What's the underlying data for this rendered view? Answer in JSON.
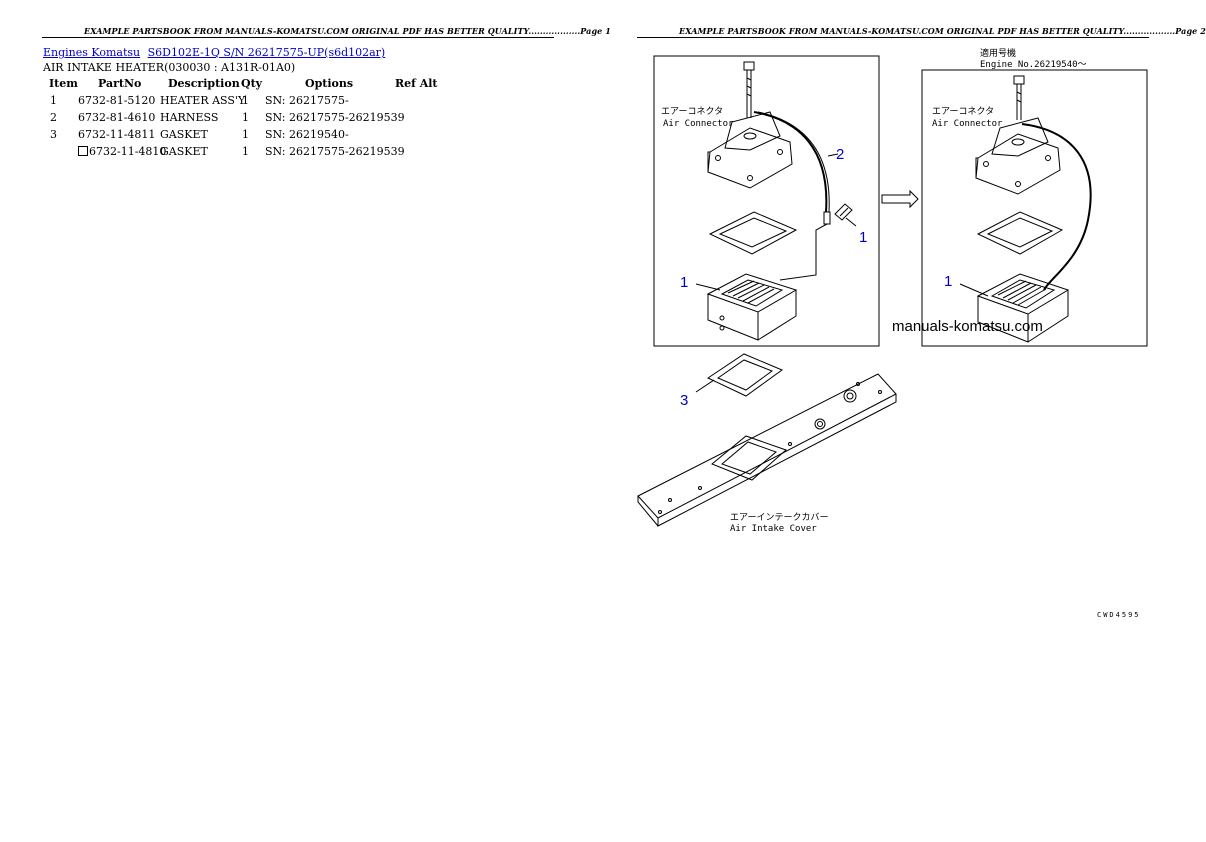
{
  "page1": {
    "header": "EXAMPLE PARTSBOOK FROM MANUALS-KOMATSU.COM ORIGINAL PDF HAS BETTER QUALITY..................Page 1",
    "link_engines": "Engines Komatsu",
    "link_model": "S6D102E-1Q S/N 26217575-UP(s6d102ar)",
    "subtitle": "AIR INTAKE HEATER(030030 : A131R-01A0)",
    "columns": {
      "item": "Item",
      "partno": "PartNo",
      "desc": "Description",
      "qty": "Qty",
      "options": "Options",
      "ref": "Ref Alt"
    },
    "rows": [
      {
        "item": "1",
        "partno": "6732-81-5120",
        "desc": "HEATER ASS'Y",
        "qty": "1",
        "options": "SN: 26217575-"
      },
      {
        "item": "2",
        "partno": "6732-81-4610",
        "desc": "HARNESS",
        "qty": "1",
        "options": "SN: 26217575-26219539"
      },
      {
        "item": "3",
        "partno": "6732-11-4811",
        "desc": "GASKET",
        "qty": "1",
        "options": "SN: 26219540-"
      },
      {
        "item": "",
        "partno": "6732-11-4810",
        "desc": "GASKET",
        "qty": "1",
        "options": "SN: 26217575-26219539"
      }
    ]
  },
  "page2": {
    "header": "EXAMPLE PARTSBOOK FROM MANUALS-KOMATSU.COM ORIGINAL PDF HAS BETTER QUALITY..................Page 2",
    "diagram": {
      "engine_no_jp": "適用号機",
      "engine_no": "Engine No.26219540～",
      "connector_jp": "エアーコネクタ",
      "connector": "Air Connector",
      "cover_jp": "エアーインテークカバー",
      "cover": "Air Intake Cover",
      "callout_1": "1",
      "callout_2": "2",
      "callout_3": "3",
      "watermark": "manuals-komatsu.com",
      "footer_code": "CWD4595"
    }
  }
}
